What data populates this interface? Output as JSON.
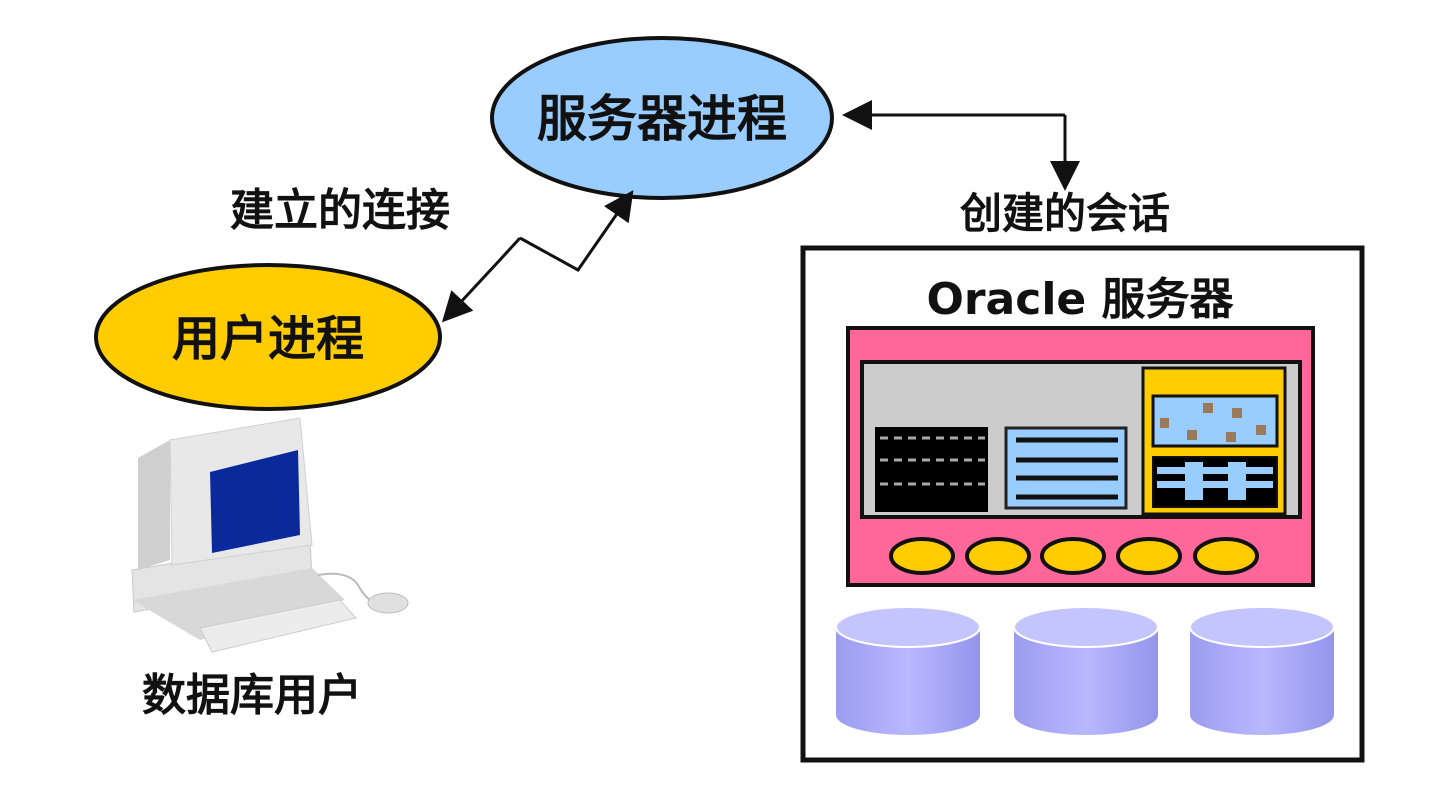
{
  "labels": {
    "server_process": "服务器进程",
    "user_process": "用户进程",
    "connection": "建立的连接",
    "session": "创建的会话",
    "oracle_server": "Oracle 服务器",
    "db_user": "数据库用户"
  },
  "colors": {
    "server_process_fill": "#99ccff",
    "user_process_fill": "#ffcc00",
    "sga_fill": "#ff6699",
    "background_process_fill": "#ffcc00",
    "datafile_fill": "#aaaaff",
    "screen_fill": "#0a2a9c"
  }
}
